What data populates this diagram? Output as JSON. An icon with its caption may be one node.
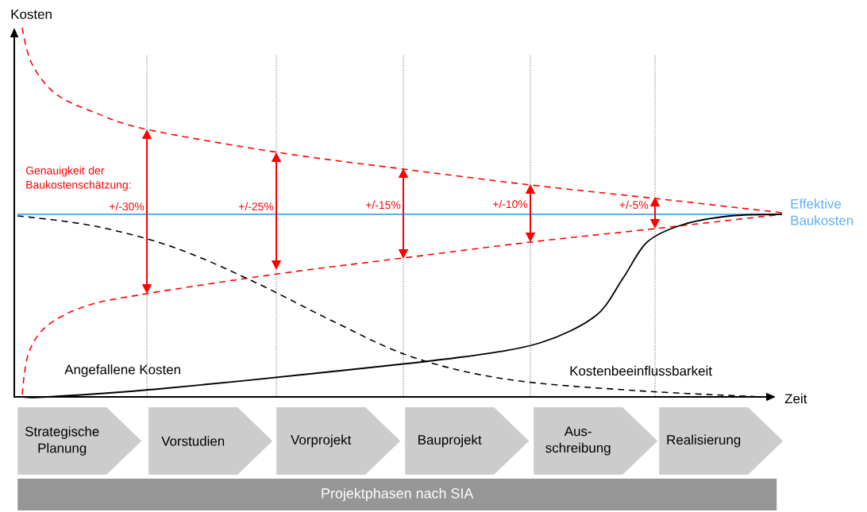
{
  "diagram": {
    "nodes": [
      {
        "text": [
          "Strategische Planung"
        ]
      },
      {
        "text": [
          "Vorstudien"
        ]
      },
      {
        "text": [
          "Vorprojekt"
        ]
      },
      {
        "text": [
          "Bauprojekt"
        ]
      },
      {
        "text": [
          "Aus- schreibung"
        ]
      },
      {
        "text": [
          "Realisierung"
        ]
      },
      {
        "text": [
          "Projektphasen nach SIA"
        ]
      }
    ],
    "labels": [
      "Kosten",
      "Zeit",
      "Genauigkeit der Baukostenschätzung:",
      "+/-30%",
      "+/-25%",
      "+/-15%",
      "+/-10%",
      "+/-5%",
      "Effektive Baukosten",
      "Angefallene Kosten",
      "Kostenbeeinflussbarkeit"
    ]
  }
}
